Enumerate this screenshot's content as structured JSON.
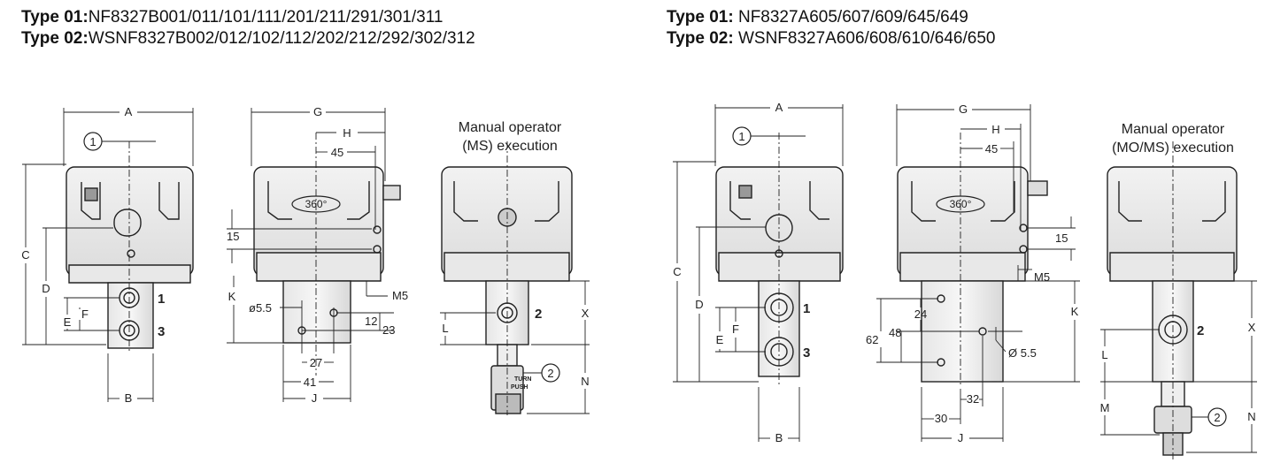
{
  "headers": {
    "left": {
      "type01_label": "Type 01:",
      "type01_value": "NF8327B001/011/101/111/201/211/291/301/311",
      "type02_label": "Type 02:",
      "type02_value": "WSNF8327B002/012/102/112/202/212/292/302/312"
    },
    "right": {
      "type01_label": "Type 01:",
      "type01_value": " NF8327A605/607/609/645/649",
      "type02_label": "Type 02:",
      "type02_value": " WSNF8327A606/608/610/646/650"
    }
  },
  "manual_operator": {
    "left_line1": "Manual operator",
    "left_line2": "(MS) execution",
    "right_line1": "Manual operator",
    "right_line2": "(MO/MS) execution"
  },
  "dimension_labels": {
    "A": "A",
    "B": "B",
    "C": "C",
    "D": "D",
    "E": "E",
    "F": "F",
    "G": "G",
    "H": "H",
    "J": "J",
    "K": "K",
    "L": "L",
    "M": "M",
    "N": "N",
    "X": "X",
    "d45": "45",
    "d15": "15",
    "d12": "12",
    "d23": "23",
    "d27": "27",
    "d41": "41",
    "d24": "24",
    "d48": "48",
    "d62": "62",
    "d32": "32",
    "d30": "30",
    "M5": "M5",
    "dia55_left": "ø5.5",
    "dia55_right": "Ø 5.5",
    "rot360": "360°"
  },
  "port_labels": {
    "p1": "1",
    "p2": "2",
    "p3": "3"
  },
  "callouts": {
    "c1": "1",
    "c2": "2"
  },
  "operator_text": {
    "turn": "TURN",
    "push": "PUSH"
  }
}
